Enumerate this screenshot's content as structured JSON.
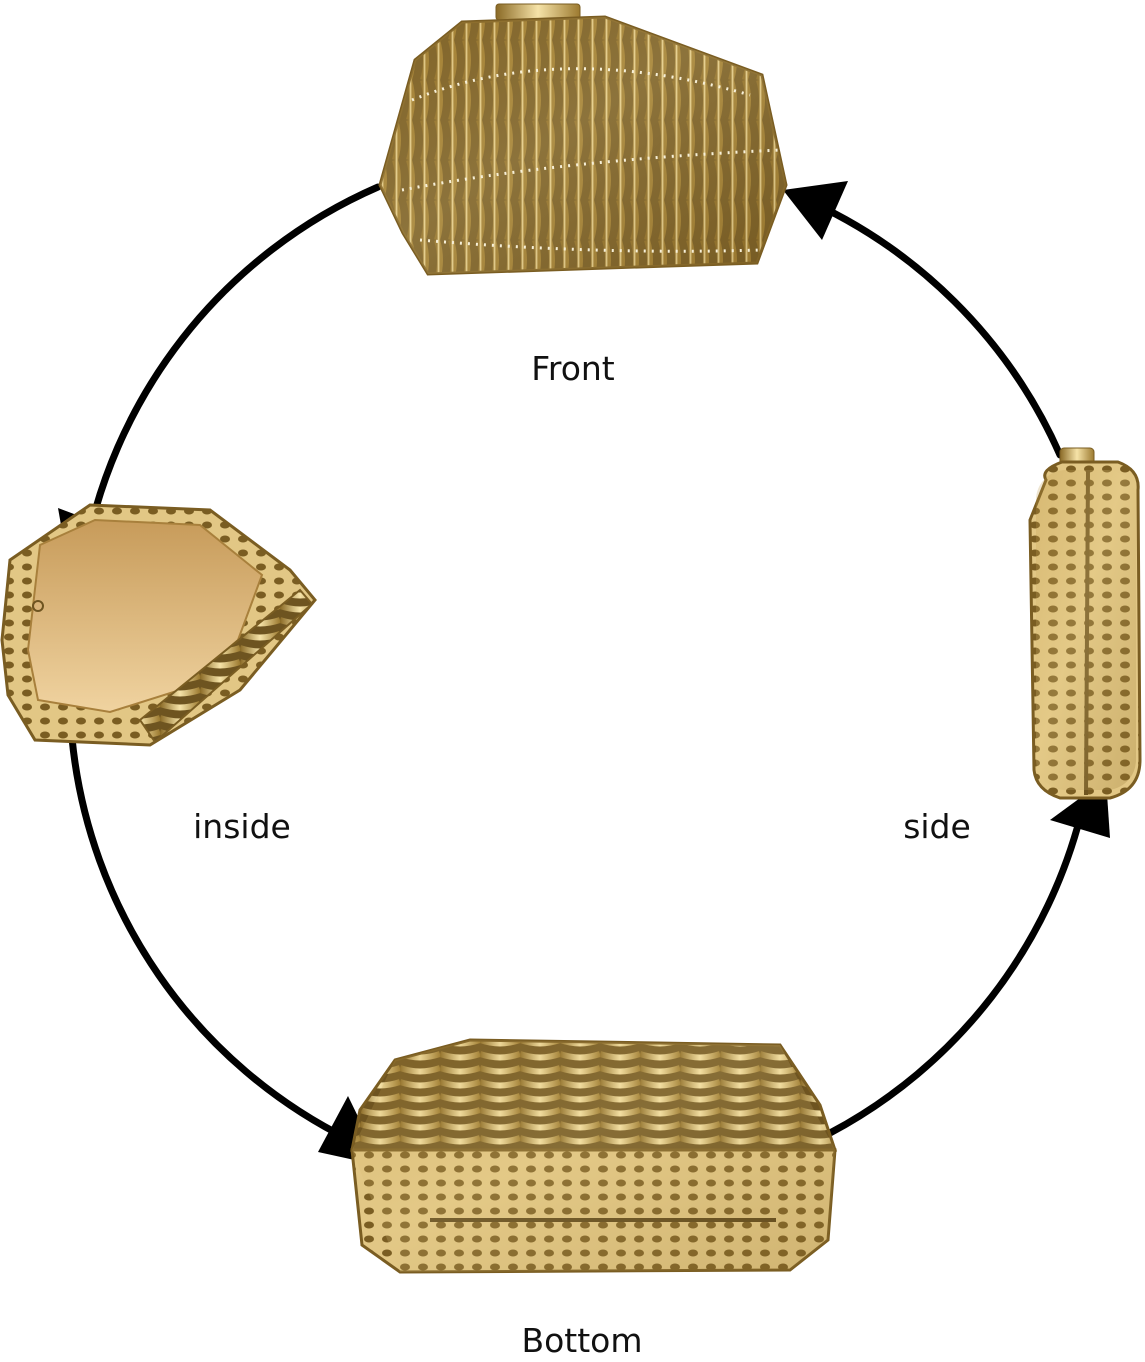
{
  "diagram": {
    "views": [
      {
        "id": "front",
        "label": "Front"
      },
      {
        "id": "side",
        "label": "side"
      },
      {
        "id": "bottom",
        "label": "Bottom"
      },
      {
        "id": "inside",
        "label": "inside"
      }
    ],
    "cycle": [
      "inside",
      "bottom",
      "side",
      "front",
      "inside"
    ]
  },
  "colors": {
    "background": "#ffffff",
    "arrow": "#000000",
    "label": "#111111",
    "gold_light": "#e9d18d",
    "gold_mid": "#c9a552",
    "gold_dark": "#8a6a26",
    "lining": "#d9b375"
  }
}
